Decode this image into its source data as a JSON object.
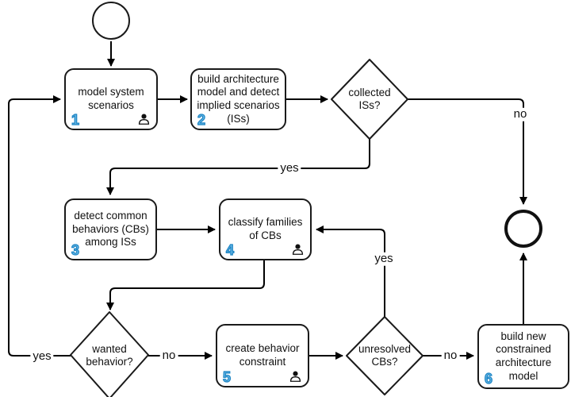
{
  "diagram_title": "",
  "accent_blue": "#3f9fd8",
  "line_color": "#000000",
  "nodes": {
    "start": {
      "type": "start-circle"
    },
    "end": {
      "type": "end-circle"
    },
    "box1": {
      "label": "model system\nscenarios",
      "number": "1",
      "has_person": true
    },
    "box2": {
      "label": "build architecture\nmodel and detect\nimplied scenarios\n(ISs)",
      "number": "2",
      "has_person": false
    },
    "decision1": {
      "label": "collected\nISs?"
    },
    "box3": {
      "label": "detect common\nbehaviors (CBs)\namong ISs",
      "number": "3",
      "has_person": false
    },
    "box4": {
      "label": "classify families\nof CBs",
      "number": "4",
      "has_person": true
    },
    "decision2": {
      "label": "wanted\nbehavior?"
    },
    "box5": {
      "label": "create behavior\nconstraint",
      "number": "5",
      "has_person": true
    },
    "decision3": {
      "label": "unresolved\nCBs?"
    },
    "box6": {
      "label": "build new\nconstrained\narchitecture\nmodel",
      "number": "6",
      "has_person": false
    }
  },
  "edge_labels": {
    "collected_no": "no",
    "collected_yes": "yes",
    "unresolved_yes": "yes",
    "wanted_yes": "yes",
    "wanted_no": "no",
    "unresolved_no": "no"
  }
}
